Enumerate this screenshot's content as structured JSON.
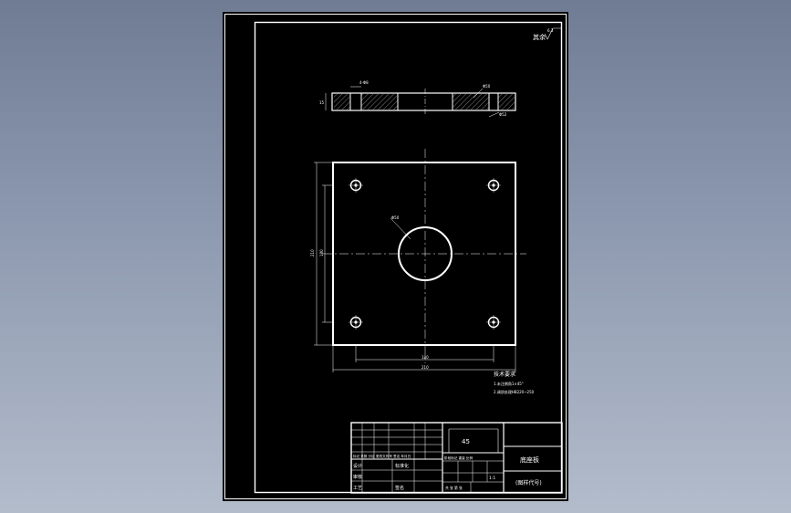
{
  "drawing": {
    "roughness_symbol": "其余",
    "roughness_value": "6.3",
    "side_view": {
      "dim_top": "4-Φ8",
      "dim_left": "15",
      "callout_right_1": "Φ50",
      "callout_right_2": "Φ52"
    },
    "top_view": {
      "hole_dim": "Φ50",
      "dim_inner_vertical": "180",
      "dim_outer_vertical": "210",
      "dim_inner_horizontal": "180",
      "dim_outer_horizontal": "210"
    },
    "notes": {
      "title": "技术要求",
      "line1": "1.未注倒角1×45°",
      "line2": "2.调质处理HB220~250"
    },
    "title_block": {
      "material": "45",
      "part_name": "底座板",
      "drawing_number": "(图样代号)",
      "row_labels": [
        "设计",
        "审核",
        "工艺"
      ],
      "col_header_1": "标准化",
      "col_header_2": "签名",
      "header_row": "标记 处数 分区 更改文件号 签名 年月日",
      "scale_label": "阶段标记 重量 比例",
      "scale_value": "1:1",
      "sheet_label": "共 张 第 张"
    }
  }
}
